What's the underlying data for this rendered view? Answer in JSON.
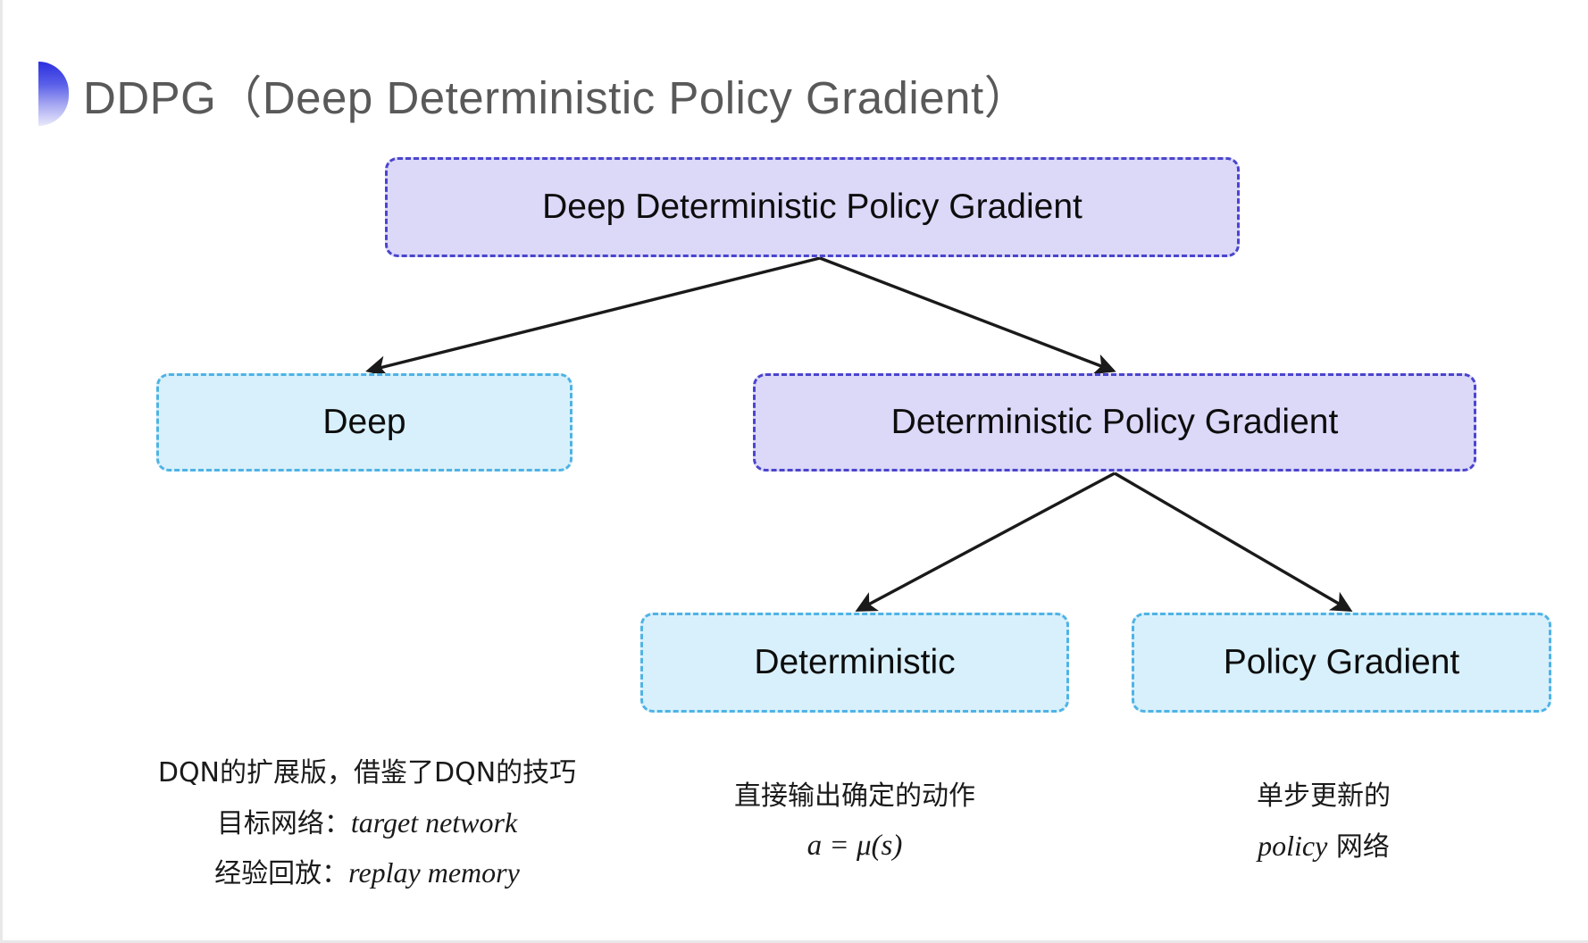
{
  "slide": {
    "title": "DDPG（Deep Deterministic Policy Gradient）",
    "background_color": "#ffffff",
    "bullet_icon": "gradient-半圆-bullet"
  },
  "colors": {
    "purple_fill": "#dbd8f8",
    "purple_border": "#4a45cd",
    "blue_fill": "#d8f0fc",
    "blue_border": "#4fb3e4",
    "title_text": "#595959",
    "body_text": "#1a1a1a",
    "arrow": "#1a1a1a"
  },
  "diagram": {
    "nodes": [
      {
        "id": "root",
        "label": "Deep Deterministic Policy Gradient",
        "style": "purple"
      },
      {
        "id": "deep",
        "label": "Deep",
        "style": "blue"
      },
      {
        "id": "dpg",
        "label": "Deterministic Policy Gradient",
        "style": "purple"
      },
      {
        "id": "det",
        "label": "Deterministic",
        "style": "blue"
      },
      {
        "id": "pg",
        "label": "Policy Gradient",
        "style": "blue"
      }
    ],
    "edges": [
      {
        "from": "root",
        "to": "deep",
        "arrowhead": true
      },
      {
        "from": "root",
        "to": "dpg",
        "arrowhead": true
      },
      {
        "from": "dpg",
        "to": "det",
        "arrowhead": true
      },
      {
        "from": "dpg",
        "to": "pg",
        "arrowhead": true
      }
    ]
  },
  "annotations": {
    "deep": {
      "line1": "DQN的扩展版，借鉴了DQN的技巧",
      "line2_label": "目标网络：",
      "line2_value": "target network",
      "line3_label": "经验回放：",
      "line3_value": "replay memory"
    },
    "deterministic": {
      "line1": "直接输出确定的动作",
      "formula": "a = μ(s)"
    },
    "policy_gradient": {
      "line1": "单步更新的",
      "line2_value": "policy",
      "line2_label": " 网络"
    }
  }
}
